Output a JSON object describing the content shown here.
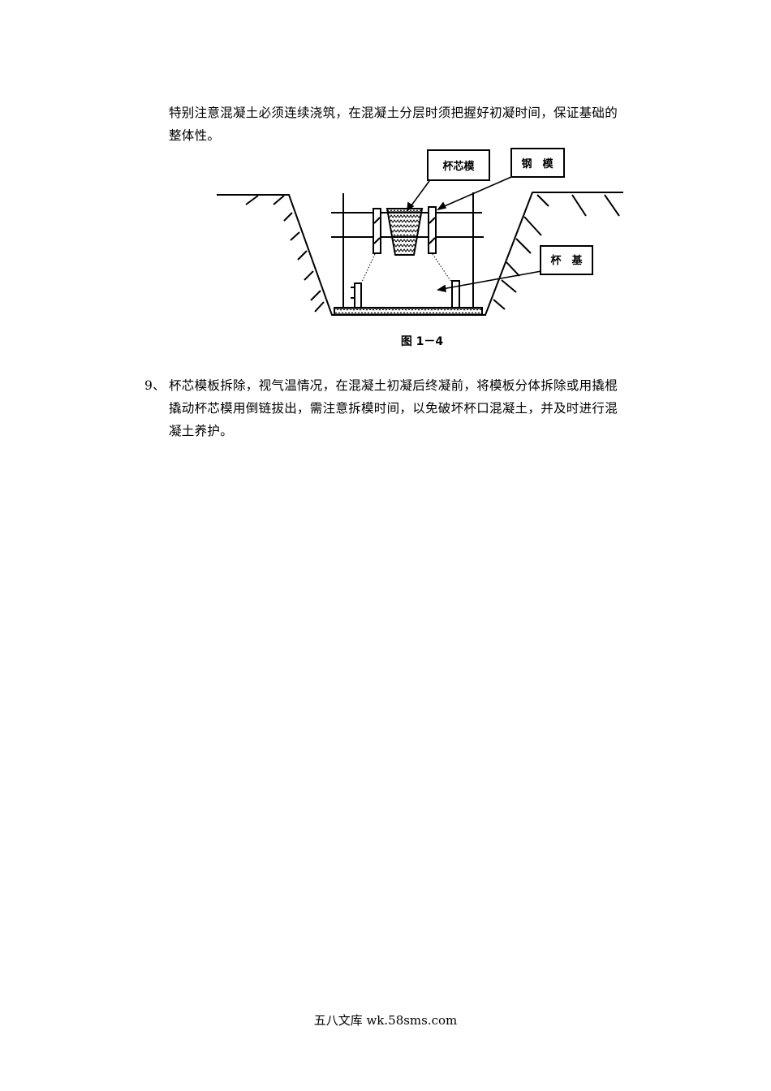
{
  "paragraph_intro": {
    "lines": [
      "特别注意混凝土必须连续浇筑，在混凝土分层时须把握好初凝时间，保证基础的",
      "整体性。"
    ]
  },
  "figure": {
    "labels": {
      "core_mold": "杯芯模",
      "steel_mold": "钢　模",
      "cup_base": "杯　基"
    },
    "caption": "图 1－4"
  },
  "item_9": {
    "number": "9、",
    "lines": [
      "杯芯模板拆除，视气温情况，在混凝土初凝后终凝前，将模板分体拆除或用撬棍",
      "撬动杯芯模用倒链拔出，需注意拆模时间，以免破坏杯口混凝土，并及时进行混",
      "凝土养护。"
    ]
  },
  "footer": "五八文库 wk.58sms.com"
}
